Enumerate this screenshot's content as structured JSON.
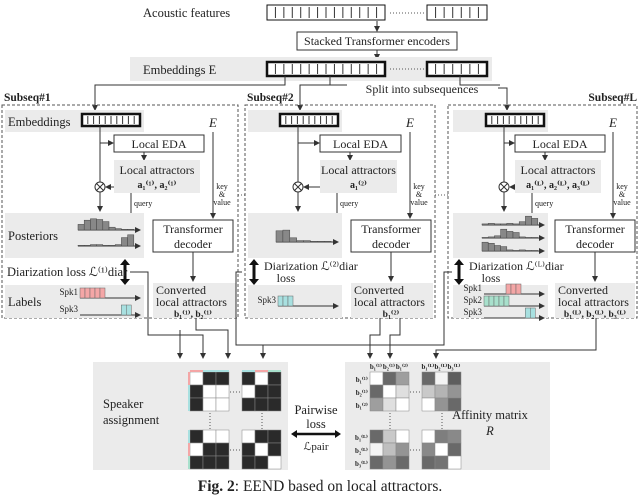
{
  "top": {
    "acoustic_features": "Acoustic features",
    "encoder": "Stacked Transformer encoders",
    "embeddings": "Embeddings E",
    "split": "Split into subsequences"
  },
  "panels": [
    {
      "title": "Subseq#1",
      "embeddings": "Embeddings",
      "eda": "Local EDA",
      "attractors": "Local attractors",
      "attractor_symbols": "a₁⁽¹⁾, a₂⁽¹⁾",
      "E": "E",
      "query": "query",
      "key": "key",
      "amp": "&",
      "value": "value",
      "decoder1": "Transformer",
      "decoder2": "decoder",
      "posteriors": "Posteriors",
      "loss1": "Diarization loss ℒ⁽¹⁾diar",
      "loss2": "",
      "labels": "Labels",
      "converted1": "Converted",
      "converted2": "local attractors",
      "converted_symbols": "b₁⁽¹⁾, b₂⁽¹⁾",
      "label_rows": [
        {
          "spk": "Spk1",
          "color": "#f4a6a6",
          "start": 0,
          "cells": 5
        },
        {
          "spk": "Spk3",
          "color": "#a8e0e0",
          "start": 0.75,
          "cells": 2
        }
      ],
      "posterior_tracks": [
        [
          0.4,
          0.7,
          0.8,
          0.75,
          0.6,
          0.2,
          0.1,
          0.05,
          0.05
        ],
        [
          0.05,
          0.05,
          0.1,
          0.1,
          0.05,
          0.05,
          0.1,
          0.6,
          0.8
        ]
      ]
    },
    {
      "title": "Subseq#2",
      "embeddings": "",
      "eda": "Local EDA",
      "attractors": "Local attractors",
      "attractor_symbols": "a₁⁽²⁾",
      "E": "E",
      "query": "query",
      "key": "key",
      "amp": "&",
      "value": "value",
      "decoder1": "Transformer",
      "decoder2": "decoder",
      "posteriors": "",
      "loss1": "Diarization ℒ⁽²⁾diar",
      "loss2": "loss",
      "labels": "",
      "converted1": "Converted",
      "converted2": "local attractors",
      "converted_symbols": "b₁⁽²⁾",
      "label_rows": [
        {
          "spk": "Spk3",
          "color": "#a8e0e0",
          "start": 0,
          "cells": 3
        }
      ],
      "posterior_tracks": [
        [
          0.8,
          0.85,
          0.3,
          0.1,
          0.1,
          0.05,
          0.05,
          0.05
        ]
      ]
    },
    {
      "title": "Subseq#L",
      "embeddings": "",
      "eda": "Local EDA",
      "attractors": "Local attractors",
      "attractor_symbols": "a₁⁽ᴸ⁾, a₂⁽ᴸ⁾, a₃⁽ᴸ⁾",
      "E": "E",
      "query": "query",
      "key": "key",
      "amp": "&",
      "value": "value",
      "decoder1": "Transformer",
      "decoder2": "decoder",
      "posteriors": "",
      "loss1": "Diarization ℒ⁽ᴸ⁾diar",
      "loss2": "loss",
      "labels": "",
      "converted1": "Converted",
      "converted2": "local attractors",
      "converted_symbols": "b₁⁽ᴸ⁾, b₂⁽ᴸ⁾, b₃⁽ᴸ⁾",
      "label_rows": [
        {
          "spk": "Spk1",
          "color": "#f4a6a6",
          "start": 0.4,
          "cells": 3
        },
        {
          "spk": "Spk2",
          "color": "#a8e0cc",
          "start": 0,
          "cells": 5
        },
        {
          "spk": "Spk3",
          "color": "#a8e0e0",
          "start": 0.75,
          "cells": 2
        }
      ],
      "posterior_tracks": [
        [
          0.1,
          0.15,
          0.1,
          0.1,
          0.15,
          0.1,
          0.3,
          0.8,
          0.6
        ],
        [
          0.05,
          0.1,
          0.2,
          0.8,
          0.6,
          0.5,
          0.1,
          0.05,
          0.05
        ],
        [
          0.8,
          0.7,
          0.5,
          0.4,
          0.1,
          0.05,
          0.1,
          0.05,
          0.05
        ]
      ]
    }
  ],
  "bottom": {
    "speaker_assignment1": "Speaker",
    "speaker_assignment2": "assignment",
    "pairwise1": "Pairwise",
    "pairwise2": "loss",
    "pairwise_symbol": "ℒpair",
    "affinity1": "Affinity matrix",
    "affinity2": "R",
    "affinity_col_labels": [
      "b₁⁽¹⁾",
      "b₂⁽¹⁾",
      "b₁⁽²⁾",
      "b₁⁽ᴸ⁾",
      "b₂⁽ᴸ⁾",
      "b₃⁽ᴸ⁾"
    ],
    "affinity_row_labels": [
      "b₁⁽¹⁾",
      "b₂⁽¹⁾",
      "b₁⁽²⁾",
      "b₁⁽ᴸ⁾",
      "b₂⁽ᴸ⁾",
      "b₃⁽ᴸ⁾"
    ],
    "assignment_blocks": [
      [
        [
          1,
          0,
          0
        ],
        [
          0,
          1,
          1
        ],
        [
          0,
          1,
          1
        ]
      ],
      [
        [
          0,
          1,
          0
        ],
        [
          1,
          0,
          0
        ],
        [
          0,
          0,
          0
        ]
      ],
      [
        [
          0,
          1,
          1
        ],
        [
          1,
          0,
          0
        ],
        [
          0,
          0,
          0
        ]
      ],
      [
        [
          1,
          0,
          0
        ],
        [
          0,
          1,
          0
        ],
        [
          0,
          0,
          1
        ]
      ]
    ],
    "affinity_blocks": [
      [
        [
          1,
          0.3,
          0.55
        ],
        [
          0.3,
          1,
          0.85
        ],
        [
          0.55,
          0.85,
          1
        ]
      ],
      [
        [
          0.3,
          0.95,
          0.25
        ],
        [
          0.75,
          0.65,
          0.5
        ],
        [
          1,
          0.5,
          0.3
        ]
      ],
      [
        [
          0.3,
          0.75,
          1
        ],
        [
          0.95,
          0.7,
          0.5
        ],
        [
          0.3,
          0.5,
          0.3
        ]
      ],
      [
        [
          1,
          0.4,
          0.45
        ],
        [
          0.45,
          1,
          0.3
        ],
        [
          0.3,
          0.35,
          1
        ]
      ]
    ]
  },
  "caption": {
    "label": "Fig. 2",
    "text": ": EEND based on local attractors."
  },
  "colors": {
    "panel_bg": "#ebebeb",
    "spk1": "#f4a6a6",
    "spk2": "#a8e0cc",
    "spk3": "#a8e0e0"
  }
}
